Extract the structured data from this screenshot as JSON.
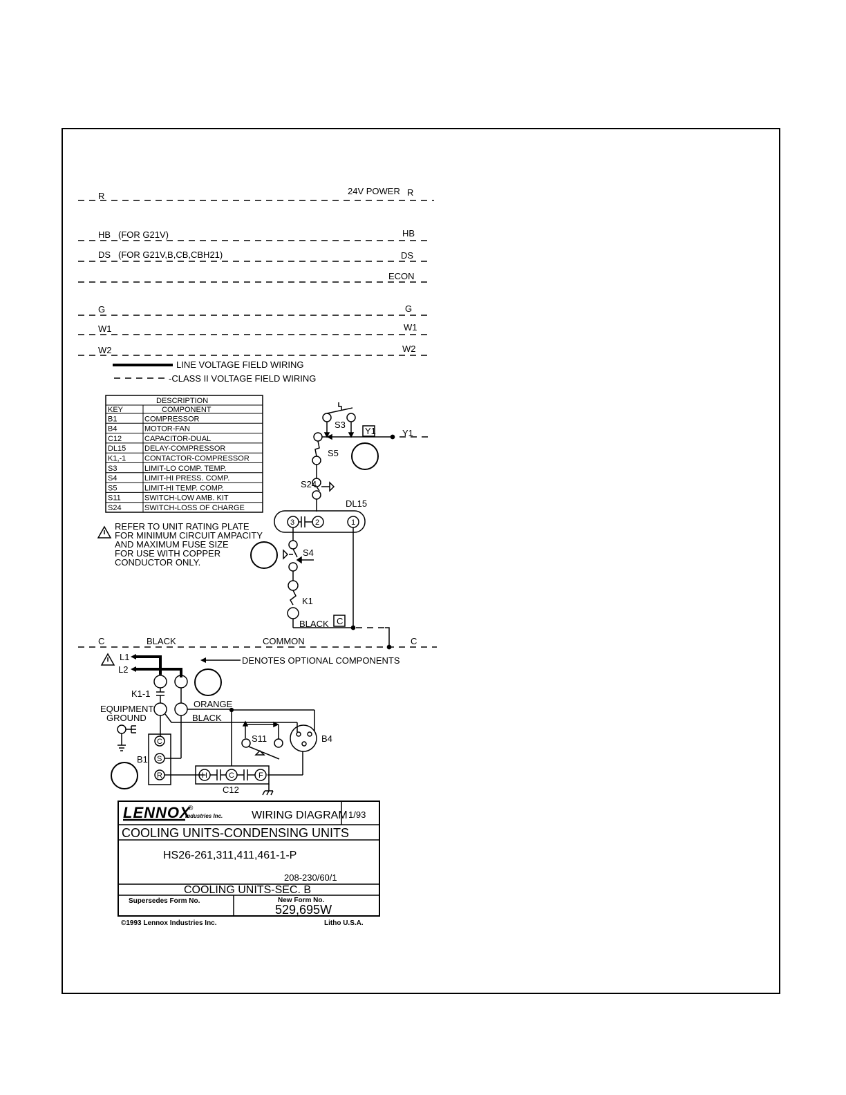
{
  "field_wiring": {
    "power": "24V POWER",
    "r_left": "R",
    "r_right": "R",
    "hb_left": "HB",
    "hb_note": "(FOR G21V)",
    "hb_right": "HB",
    "ds_left": "DS",
    "ds_note": "(FOR G21V,B,CB,CBH21)",
    "ds_right": "DS",
    "econ": "ECON",
    "g_left": "G",
    "g_right": "G",
    "w1_left": "W1",
    "w1_right": "W1",
    "w2_left": "W2",
    "w2_right": "W2",
    "y1_box": "Y1",
    "y1_right": "Y1",
    "c_left": "C",
    "c_black": "BLACK",
    "c_common": "COMMON",
    "c_right": "C"
  },
  "legend": {
    "line_voltage": "LINE VOLTAGE FIELD WIRING",
    "class2": "-CLASS II VOLTAGE FIELD WIRING",
    "optional": "DENOTES OPTIONAL COMPONENTS"
  },
  "description_table": {
    "title": "DESCRIPTION",
    "headers": [
      "KEY",
      "COMPONENT"
    ],
    "rows": [
      [
        "B1",
        "COMPRESSOR"
      ],
      [
        "B4",
        "MOTOR-FAN"
      ],
      [
        "C12",
        "CAPACITOR-DUAL"
      ],
      [
        "DL15",
        "DELAY-COMPRESSOR"
      ],
      [
        "K1,-1",
        "CONTACTOR-COMPRESSOR"
      ],
      [
        "S3",
        "LIMIT-LO COMP. TEMP."
      ],
      [
        "S4",
        "LIMIT-HI PRESS. COMP."
      ],
      [
        "S5",
        "LIMIT-HI TEMP. COMP."
      ],
      [
        "S11",
        "SWITCH-LOW AMB. KIT"
      ],
      [
        "S24",
        "SWITCH-LOSS OF CHARGE"
      ]
    ]
  },
  "note": {
    "lines": [
      "REFER TO UNIT RATING PLATE",
      "FOR MINIMUM CIRCUIT AMPACITY",
      "AND MAXIMUM FUSE SIZE",
      "FOR USE WITH COPPER",
      "CONDUCTOR ONLY."
    ]
  },
  "components": {
    "s3": "S3",
    "s5": "S5",
    "s24": "S24",
    "dl15": "DL15",
    "t3": "3",
    "t2": "2",
    "t1": "1",
    "s4": "S4",
    "k1": "K1",
    "black_box": "BLACK",
    "c_box": "C",
    "l1": "L1",
    "l2": "L2",
    "k1_1": "K1-1",
    "equip_ground_1": "EQUIPMENT",
    "equip_ground_2": "GROUND",
    "orange": "ORANGE",
    "black": "BLACK",
    "s11": "S11",
    "b4": "B4",
    "b1": "B1",
    "b1_c": "C",
    "b1_s": "S",
    "b1_r": "R",
    "c12": "C12",
    "c12_h": "H",
    "c12_c": "C",
    "c12_f": "F"
  },
  "title_block": {
    "brand": "LENNOX",
    "brand_sub": "Industries Inc.",
    "doc_type": "WIRING DIAGRAM",
    "date": "1/93",
    "category": "COOLING UNITS-CONDENSING UNITS",
    "models": "HS26-261,311,411,461-1-P",
    "voltage": "208-230/60/1",
    "section": "COOLING UNITS-SEC. B",
    "supersedes_label": "Supersedes Form No.",
    "new_form_label": "New Form No.",
    "form_number": "529,695W",
    "copyright": "©1993 Lennox Industries Inc.",
    "litho": "Litho U.S.A."
  }
}
